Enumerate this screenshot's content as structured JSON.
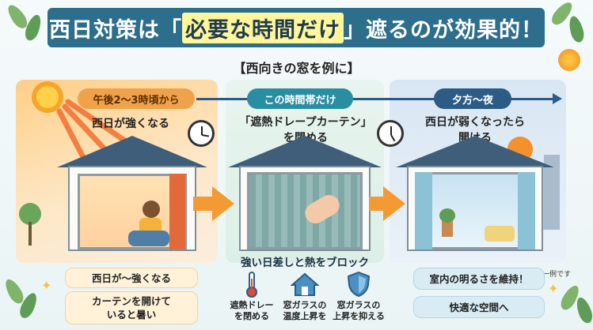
{
  "title": {
    "prefix": "西日対策は「",
    "highlight": "必要な時間だけ",
    "suffix": "」遮るのが効果的！"
  },
  "subtitle": "【西向きの窓を例に】",
  "timeline": {
    "stage1": "午後2〜3時頃から",
    "stage2": "この時間帯だけ",
    "stage3": "夕方〜夜"
  },
  "panel1": {
    "heading": "西日が強くなる",
    "box1": "西日が〜強くなる",
    "box2_line1": "カーテンを開けて",
    "box2_line2": "いると暑い"
  },
  "panel2": {
    "heading_line1": "「遮熱ドレープカーテン」",
    "heading_line2": "を閉める",
    "block_title": "強い日差しと熱をブロック",
    "icons": [
      {
        "name": "thermometer-icon",
        "line1": "遮熱ドレー",
        "line2": "を閉める"
      },
      {
        "name": "house-icon",
        "line1": "窓ガラスの",
        "line2": "温度上昇を"
      },
      {
        "name": "shield-icon",
        "line1": "窓ガラスの",
        "line2": "上昇を抑える"
      }
    ]
  },
  "panel3": {
    "heading_line1": "西日が弱くなったら",
    "heading_line2": "開ける",
    "box1": "室内の明るさを維持！",
    "box2": "快適な空間へ"
  },
  "note": "一例です",
  "colors": {
    "title_bg": "#2c6e8c",
    "highlight": "#fff59a",
    "orange": "#f49a33",
    "teal": "#2a8ea3",
    "navy": "#2c5c86"
  }
}
